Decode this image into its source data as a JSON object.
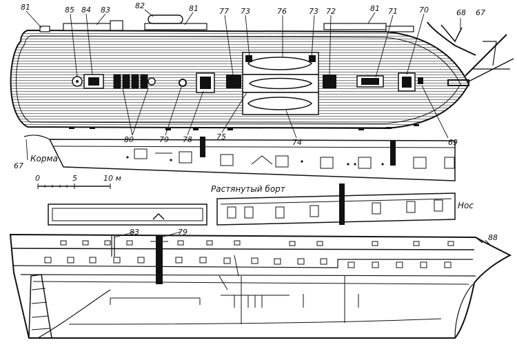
{
  "labels": {
    "stern": "Корма",
    "bow": "Нос",
    "side_unrolled": "Растянутый борт",
    "scale_0": "0",
    "scale_5": "5",
    "scale_10": "10 м"
  },
  "callouts": [
    "81",
    "85",
    "84",
    "83",
    "82",
    "81",
    "77",
    "73",
    "76",
    "73",
    "72",
    "81",
    "71",
    "70",
    "68",
    "67",
    "80",
    "79",
    "78",
    "75",
    "74",
    "69",
    "67",
    "83",
    "79",
    "88"
  ]
}
